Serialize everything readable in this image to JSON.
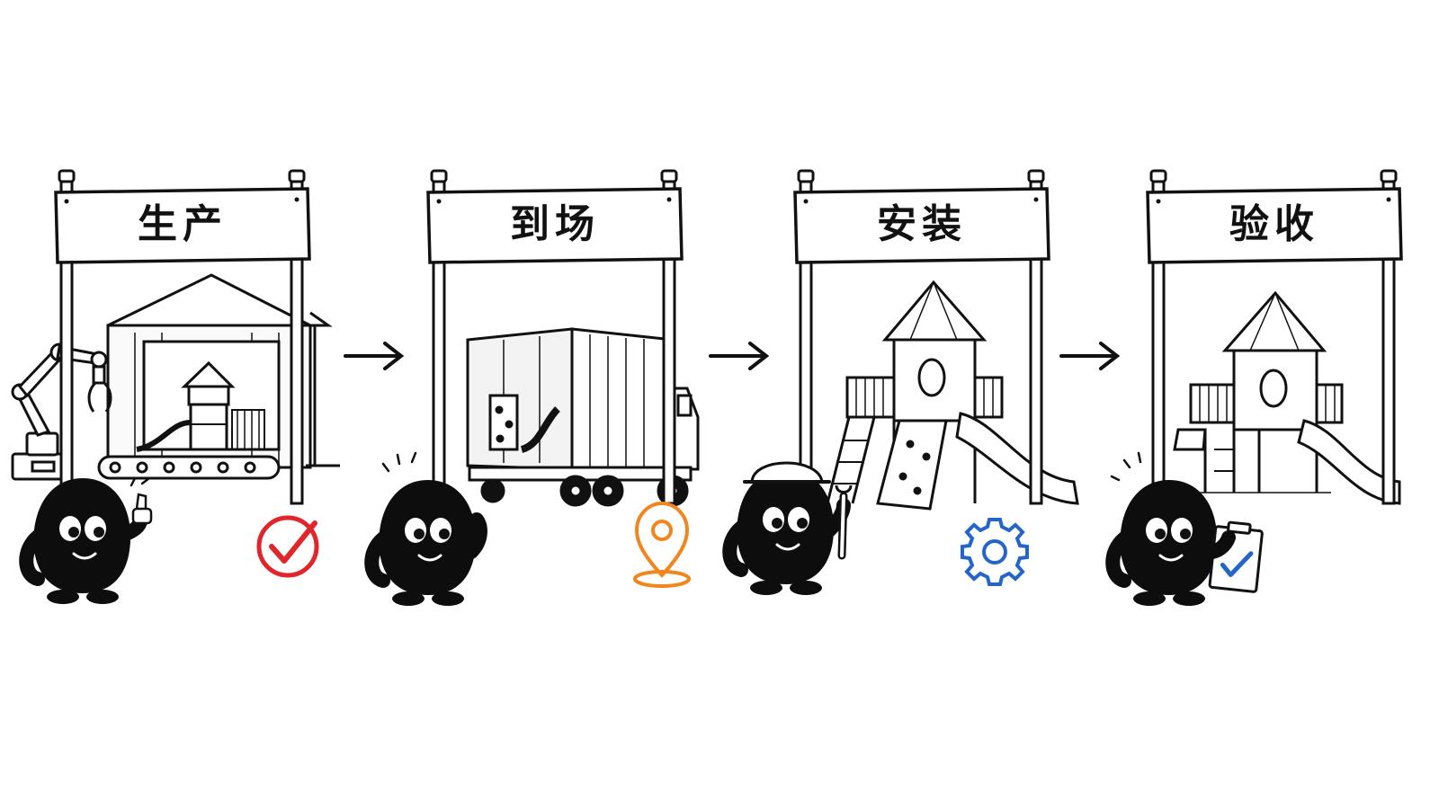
{
  "stages": [
    {
      "label": "生产",
      "status_icon": "check-circle-icon",
      "status_color": "#e0262b"
    },
    {
      "label": "到场",
      "status_icon": "location-pin-icon",
      "status_color": "#f0861d"
    },
    {
      "label": "安装",
      "status_icon": "gear-icon",
      "status_color": "#2565c8"
    },
    {
      "label": "验收",
      "status_icon": "clipboard-check-icon",
      "status_color": "#2565c8"
    }
  ],
  "flow": {
    "arrow_count": 3,
    "arrow_icon": "arrow-right-icon"
  },
  "colors": {
    "ink": "#111111",
    "background": "#ffffff"
  }
}
